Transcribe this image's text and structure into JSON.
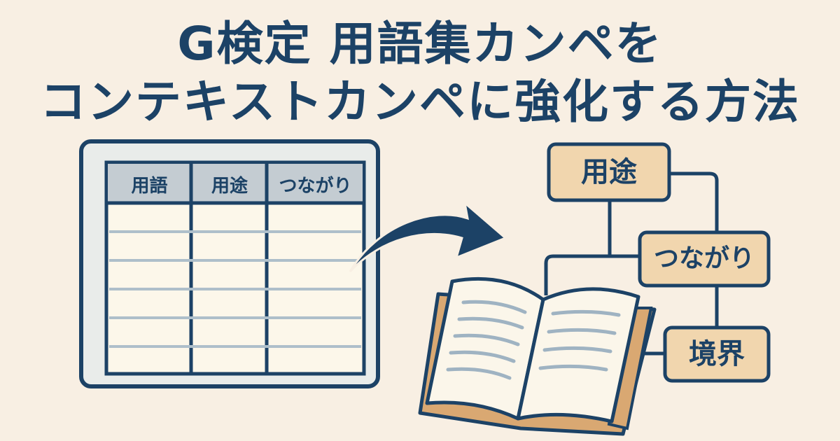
{
  "title": {
    "line1": "G検定 用語集カンペを",
    "line2": "コンテキストカンペに強化する方法"
  },
  "table": {
    "headers": [
      "用語",
      "用途",
      "つながり"
    ],
    "row_count": 6
  },
  "arrow": {
    "direction": "right"
  },
  "diagram": {
    "nodes": [
      {
        "label": "用途"
      },
      {
        "label": "つながり"
      },
      {
        "label": "境界"
      }
    ]
  },
  "colors": {
    "background": "#f8efe3",
    "navy": "#1c4266",
    "node_fill": "#f1d6ae",
    "book_cover": "#d9a872",
    "page": "#fbf6ea",
    "line_gray": "#9fb3c2",
    "header_fill": "#c4ccd2"
  }
}
